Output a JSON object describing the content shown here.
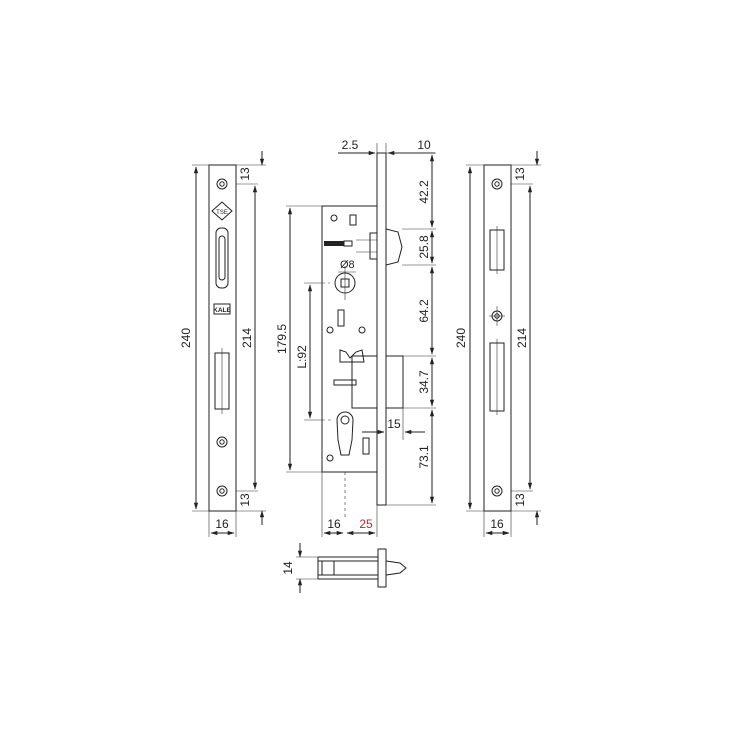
{
  "colors": {
    "line": "#222222",
    "highlight": "#c0282a",
    "background": "#ffffff"
  },
  "left_plate": {
    "height": "240",
    "hole_spacing": "214",
    "top_offset": "13",
    "bottom_offset": "13",
    "width": "16",
    "brand": "KALE",
    "logo": "TSE"
  },
  "lock_body": {
    "latch_offset": "2.5",
    "face_width": "10",
    "top_to_latch": "42.2",
    "latch_height": "25.8",
    "follower_diameter": "Ø8",
    "latch_to_bolt": "64.2",
    "bolt_height": "34.7",
    "cylinder_to_bottom": "73.1",
    "bolt_throw": "15",
    "center_distance": "L:92",
    "body_height": "179.5",
    "case_depth": "16",
    "backset": "25"
  },
  "right_plate": {
    "height": "240",
    "hole_spacing": "214",
    "top_offset": "13",
    "bottom_offset": "13",
    "width": "16"
  },
  "bottom_view": {
    "thickness": "14"
  }
}
